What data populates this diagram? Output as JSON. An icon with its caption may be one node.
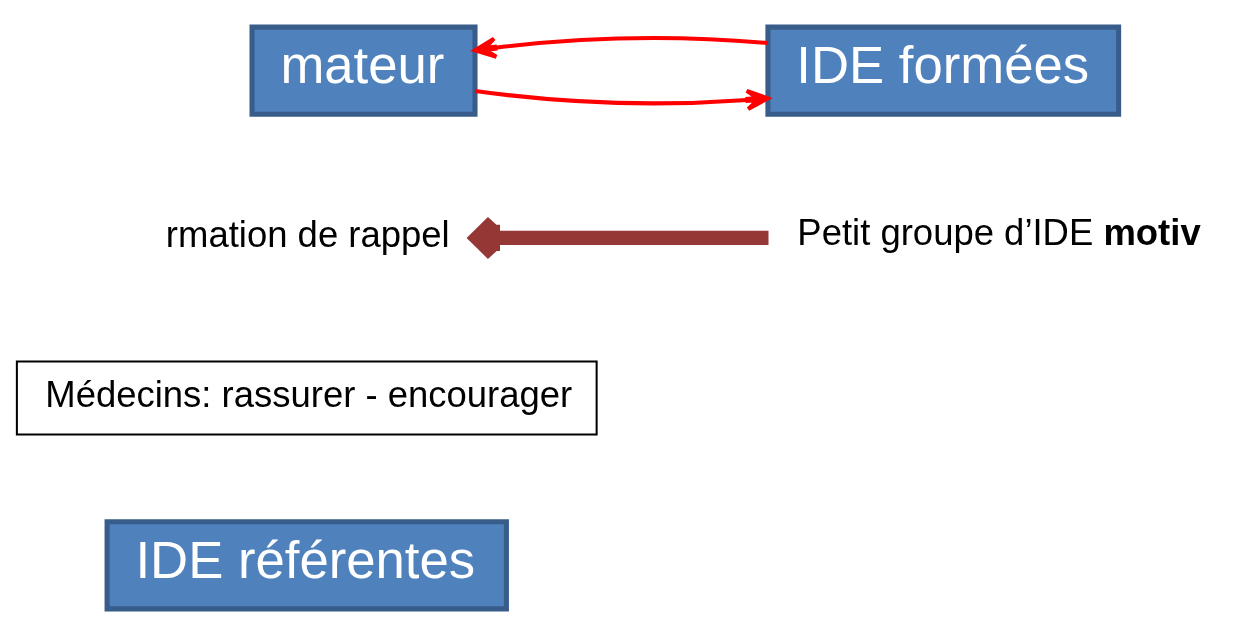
{
  "diagram": {
    "nodes": [
      {
        "text": [
          "mateur"
        ]
      },
      {
        "text": [
          "IDE formées"
        ]
      },
      {
        "text": [
          "rmation de rappel"
        ]
      },
      {
        "text": [
          "Petit groupe d’IDE **motiv**"
        ]
      },
      {
        "text": [
          "Médecins: rassurer - encourager"
        ]
      },
      {
        "text": [
          "IDE référentes"
        ]
      }
    ],
    "edges": [
      {
        "from": 0,
        "to": 1,
        "arrow": "to"
      },
      {
        "from": 1,
        "to": 0,
        "arrow": "to"
      },
      {
        "from": 3,
        "to": 2,
        "arrow": "to",
        "style": "thick",
        "color": "#953735"
      }
    ]
  }
}
